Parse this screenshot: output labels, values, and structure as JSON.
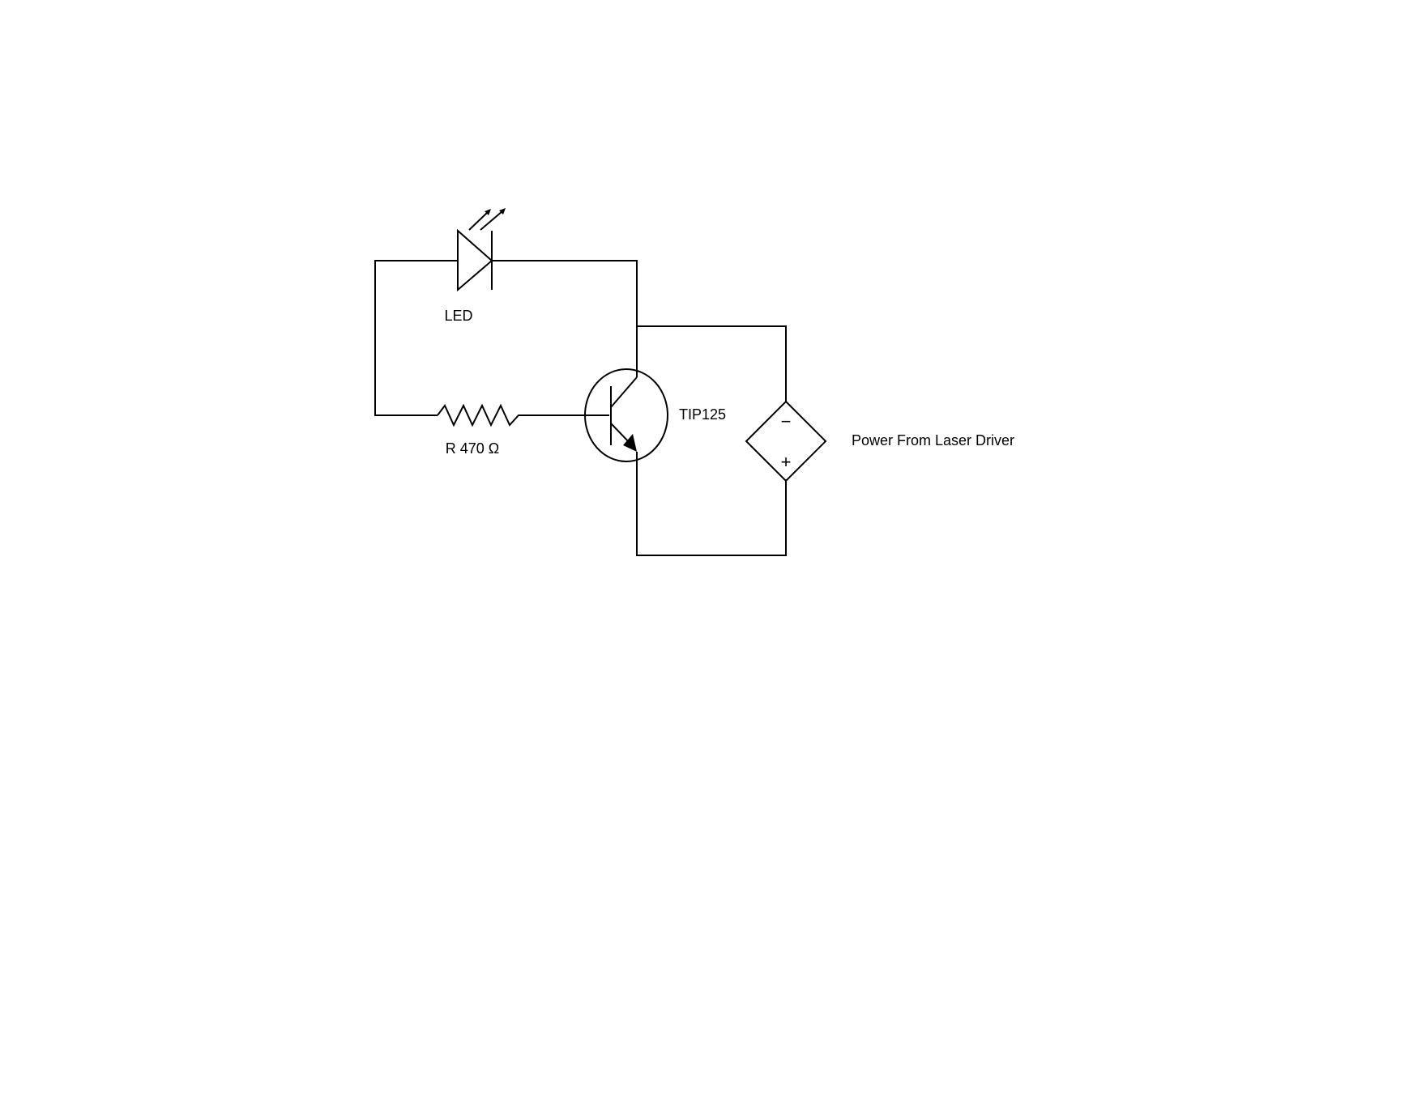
{
  "components": {
    "led": {
      "label": "LED"
    },
    "resistor": {
      "label": "R 470 Ω"
    },
    "transistor": {
      "label": "TIP125"
    },
    "source": {
      "label": "Power From Laser Driver",
      "negative_sign": "−",
      "positive_sign": "+"
    }
  }
}
